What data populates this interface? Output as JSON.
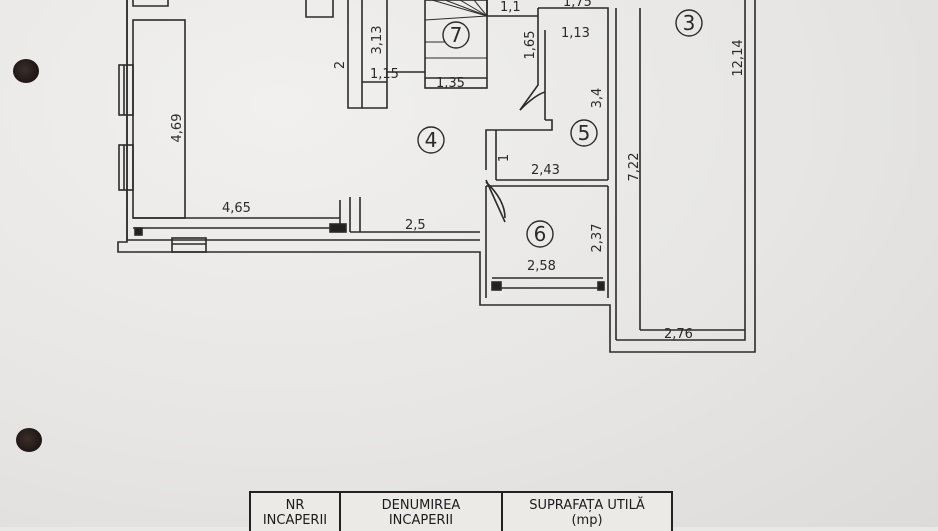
{
  "rooms": [
    "3",
    "4",
    "5",
    "6",
    "7"
  ],
  "dimensions": {
    "d1_1": "1,1",
    "d1_75": "1,75",
    "d3_13": "3,13",
    "d2": "2",
    "d1_15": "1,15",
    "d1_35": "1,35",
    "d1_65": "1,65",
    "d1_13": "1,13",
    "d12_14": "12,14",
    "d3_4": "3,4",
    "d4_69": "4,69",
    "d1": "1",
    "d2_43": "2,43",
    "d7_22": "7,22",
    "d4_65": "4,65",
    "d2_5": "2,5",
    "d2_37": "2,37",
    "d2_58": "2,58",
    "d2_76": "2,76"
  },
  "table": {
    "headers": [
      {
        "line1": "NR",
        "line2": "INCAPERII"
      },
      {
        "line1": "DENUMIREA",
        "line2": "INCAPERII"
      },
      {
        "line1": "SUPRAFAȚA UTILĂ",
        "line2": "(mp)"
      }
    ]
  }
}
